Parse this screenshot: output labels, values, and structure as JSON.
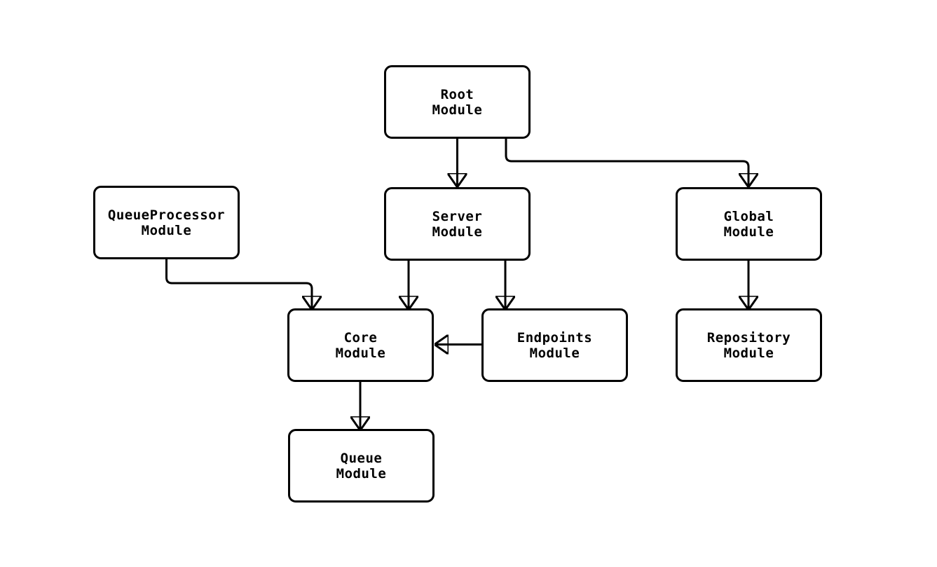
{
  "diagram": {
    "type": "flowchart",
    "direction": "top-down",
    "background_color": "#ffffff",
    "node_fill_color": "#ffffff",
    "node_stroke_color": "#000000",
    "text_color": "#000000",
    "edge_color": "#000000",
    "nodes": [
      {
        "id": "root",
        "line1": "Root",
        "line2": "Module"
      },
      {
        "id": "server",
        "line1": "Server",
        "line2": "Module"
      },
      {
        "id": "queueprocessor",
        "line1": "QueueProcessor",
        "line2": "Module"
      },
      {
        "id": "global",
        "line1": "Global",
        "line2": "Module"
      },
      {
        "id": "core",
        "line1": "Core",
        "line2": "Module"
      },
      {
        "id": "endpoints",
        "line1": "Endpoints",
        "line2": "Module"
      },
      {
        "id": "repository",
        "line1": "Repository",
        "line2": "Module"
      },
      {
        "id": "queue",
        "line1": "Queue",
        "line2": "Module"
      }
    ],
    "edges": [
      {
        "from": "Root Module",
        "to": "Server Module"
      },
      {
        "from": "Root Module",
        "to": "Global Module"
      },
      {
        "from": "QueueProcessor Module",
        "to": "Core Module"
      },
      {
        "from": "Server Module",
        "to": "Core Module"
      },
      {
        "from": "Server Module",
        "to": "Endpoints Module"
      },
      {
        "from": "Endpoints Module",
        "to": "Core Module"
      },
      {
        "from": "Global Module",
        "to": "Repository Module"
      },
      {
        "from": "Core Module",
        "to": "Queue Module"
      }
    ]
  }
}
